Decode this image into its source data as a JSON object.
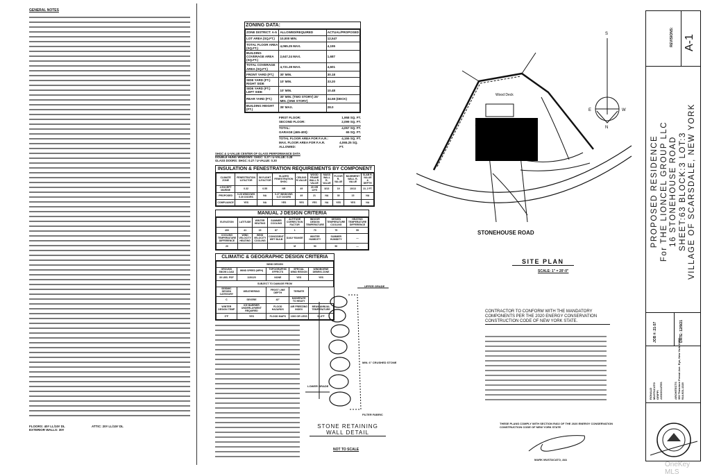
{
  "notes": {
    "heading": "GENERAL NOTES",
    "footer": [
      "FLOORS: 40# LL/10# DL",
      "EXTERIOR WALLS: 30#",
      "ATTIC: 20# LL/10# DL"
    ]
  },
  "zoning": {
    "title": "ZONING DATA:",
    "headers": [
      "ZONE DISTRICT: A-5",
      "ALLOWED/REQUIRED",
      "ACTUAL/PROPOSED"
    ],
    "rows": [
      [
        "LOT AREA (SQ.FT.)",
        "10,000 MIN.",
        "12,547"
      ],
      [
        "TOTAL FLOOR AREA (SQ.FT.)",
        "4,065.25 MAX.",
        "4,155"
      ],
      [
        "BUILDING COVERAGE AREA (SQ.FT.)",
        "2,647.24 MAX.",
        "1,687"
      ],
      [
        "TOTAL COVERAGE AREA (SQ.FT.)",
        "4,721.28 MAX.",
        "4,601"
      ],
      [
        "FRONT YARD (FT.)",
        "30' MIN.",
        "30.18"
      ],
      [
        "SIDE YARD (FT.) RIGHT SIDE",
        "10' MIN.",
        "33.20"
      ],
      [
        "SIDE YARD (FT.) LEFT SIDE",
        "10' MIN.",
        "10.48"
      ],
      [
        "REAR YARD (FT.)",
        "30' MIN. (TWO STORY) 25' MIN. (ONE STORY)",
        "34.58 (DECK)"
      ],
      [
        "BUILDING HEIGHT (FT.)",
        "35' MAX.",
        "28.0"
      ]
    ]
  },
  "floor_area": {
    "first": [
      "FIRST FLOOR:",
      "1,958 SQ. FT."
    ],
    "second": [
      "SECOND FLOOR:",
      "2,099 SQ. FT."
    ],
    "total": [
      "TOTAL:",
      "4,057 SQ. FT."
    ],
    "garage": [
      "GARAGE (465-400):",
      "65 SQ. FT."
    ],
    "far": [
      "TOTAL FLOOR AREA FOR F.A.R.:",
      "4,155 SQ. FT."
    ],
    "max": [
      "MAX. FLOOR AREA FOR F.A.R. ALLOWED:",
      "4,065.25 SQ. FT."
    ]
  },
  "glass": {
    "title": "SHGC & U-VALUE CENTER OF GLASS PERFORMANCE DATA",
    "l1": "DOUBLE HUNG WINDOWS: SHGC: 0.27 / U-VALUE: 0.28",
    "l2": "GLASS DOORS: SHGC: 0.27 / U-VALUE: 0.30"
  },
  "insulation": {
    "title": "INSULATION & FENESTRATION REQUIREMENTS BY COMPONENT",
    "headers": [
      "CLIMATE ZONE",
      "FENESTRATION U-FACTOR",
      "SKYLIGHT U-FACTOR",
      "GLAZED FENESTRATION SHGC",
      "CEILING R-VALUE",
      "WOOD FRAME WALL R-VALUE",
      "MASS WALL R-VALUE",
      "FLOOR R-VALUE",
      "BASEMENT WALL R-VALUE",
      "SLAB R-VALUE & DEPTH"
    ],
    "rows": [
      [
        "4 EXCEPT MARINE",
        "0.32",
        "0.55",
        "NR",
        "49",
        "20 OR 13+5",
        "8/13",
        "19",
        "10/13",
        "10, 2 FT."
      ],
      [
        "PROPOSED",
        "0.28 WINDOWS 0.30 DOORS",
        "NA",
        "0.27 WINDOWS 0.27 DOORS",
        "49",
        "21",
        "NA",
        "30",
        "15",
        "NA"
      ],
      [
        "COMPLIANCE",
        "YES",
        "NA",
        "YES",
        "YES",
        "YES",
        "NA",
        "YES",
        "YES",
        "NA"
      ]
    ]
  },
  "manualj": {
    "title": "MANUAL J DESIGN CRITERIA",
    "headers": [
      "ELEVATION",
      "LATITUDE",
      "WINTER HEATING",
      "SUMMER COOLING",
      "ALTITUDE CORRECTION FACTOR",
      "INDOOR DESIGN TEMPERATURE",
      "DESIGN TEMPERATURE COOLING",
      "HEATING TEMPERATURE DIFFERENCE"
    ],
    "r1": [
      "400",
      "41",
      "15",
      "87",
      "1",
      "70",
      "75",
      "55"
    ],
    "h2": [
      "COOLING TEMPERATURE DIFFERENCE",
      "WIND VELOCITY HEATING",
      "WIND VELOCITY COOLING",
      "COINCIDENT WET BULB",
      "DAILY RANGE",
      "WINTER HUMIDITY",
      "SUMMER HUMIDITY",
      "—"
    ],
    "r2": [
      "20",
      "",
      "",
      "",
      "M",
      "50",
      "50",
      "—"
    ]
  },
  "climatic": {
    "title": "CLIMATIC & GEOGRAPHIC DESIGN CRITERIA",
    "sub": "WIND DESIGN",
    "headers": [
      "GROUND SNOW LOAD",
      "WIND SPEED (MPH)",
      "TOPOGRAPHIC EFFECTS",
      "SPECIAL WIND REGION",
      "WINDBORNE DEBRIS ZONE"
    ],
    "r1": [
      "30 LBS. PSF",
      "115/120",
      "NONE",
      "YES",
      "YES"
    ],
    "sub2": "SUBJECT TO DAMAGE FROM",
    "h2": [
      "SEISMIC DESIGN CATEGORY",
      "WEATHERING",
      "FROST LINE DEPTH",
      "TERMITE"
    ],
    "r2": [
      "C",
      "SEVERE",
      "42\"",
      "MODERATE TO HEAVY"
    ],
    "h3": [
      "WINTER DESIGN TEMP",
      "ICE BARRIER UNDERLAYMENT REQUIRED",
      "FLOOD HAZARDS",
      "AIR FREEZING INDEX",
      "MEAN ANNUAL TEMPERATURE"
    ],
    "r3": [
      "0°F",
      "YES",
      "FLOOD MAPS",
      "1000 OR LESS",
      "51.6°F"
    ]
  },
  "wall_detail": {
    "title1": "STONE RETAINING",
    "title2": "WALL DETAIL",
    "scale": "NOT TO SCALE",
    "labels": [
      "UPPER GRADE",
      "LOWER GRADE",
      "MIN. 6\" CRUSHED STONE",
      "FILTER FABRIC"
    ]
  },
  "site_plan": {
    "road": "STONEHOUSE ROAD",
    "title": "SITE PLAN",
    "scale": "SCALE: 1\" = 20'-0\"",
    "compass": {
      "s": "S",
      "e": "E",
      "w": "W",
      "n": "N"
    },
    "deck": "Wood Deck"
  },
  "contractor": {
    "title": "CONTRACTOR TO CONFORM WITH THE MANDATORY COMPONENTS PER THE 2020 ENERGY CONSERVATION CONSTRUCTION CODE OF NEW YORK STATE.",
    "comply": "THESE PLANS COMPLY WITH SECTION R402 OF THE 2020 ENERGY CONSERVATION CONSTRUCTION CODE OF NEW YORK STATE",
    "architect": "MARK MUSTACATO, AIA"
  },
  "title_block": {
    "revisions": "REVISIONS:",
    "sheet": "A-1",
    "project": [
      "PROPOSED  RESIDENCE",
      "For  THE  LIONCEL  GROUP  LLC",
      "16  STONEHOUSE  ROAD",
      "SHEET:63  BLOCK:3  LOT:3",
      "VILLAGE OF SCARSDALE, NEW YORK"
    ],
    "job": "JOB #: 21-57",
    "date": "DATE: 12/9/21",
    "firm": [
      "RONALD",
      "MUSTACATO",
      "GRIPPI",
      "ASSOCIATES"
    ],
    "firm_type": "ARCHITECTS",
    "address": "350 Theodore Fremd Ave. Rye, New York 10580",
    "phone": "914-921-1320"
  },
  "watermark": "OneKey MLS"
}
